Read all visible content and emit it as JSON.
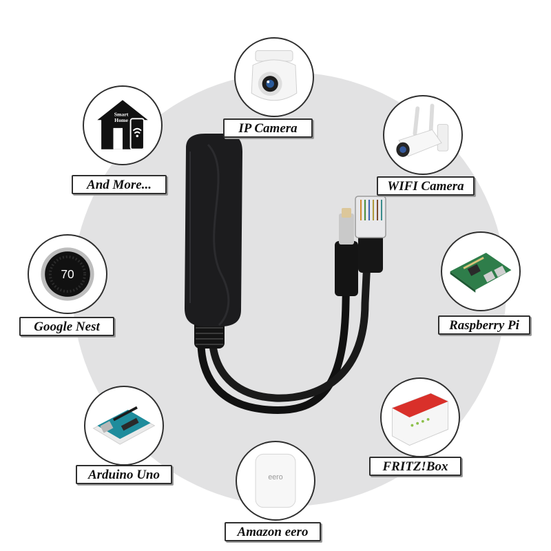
{
  "labels": {
    "ip_camera": "IP Camera",
    "wifi_camera": "WIFI Camera",
    "raspberry_pi": "Raspberry Pi",
    "fritzbox": "FRITZ!Box",
    "amazon_eero": "Amazon eero",
    "arduino_uno": "Arduino Uno",
    "google_nest": "Google Nest",
    "and_more": "And More..."
  },
  "icon_text": {
    "smart_home_line1": "Smart",
    "smart_home_line2": "Home",
    "nest_temperature": "70",
    "eero_brand": "eero"
  },
  "icons": [
    "ip-camera-icon",
    "wifi-camera-icon",
    "raspberry-pi-icon",
    "fritzbox-router-icon",
    "amazon-eero-icon",
    "arduino-uno-icon",
    "google-nest-thermostat-icon",
    "smart-home-icon"
  ],
  "colors": {
    "background_disc": "#e2e2e3",
    "outline": "#2f2f2f",
    "adapter_body": "#1c1c1e",
    "pcb_green": "#2e7d4a",
    "arduino_teal": "#1f8c9c",
    "router_red": "#d9302a"
  }
}
